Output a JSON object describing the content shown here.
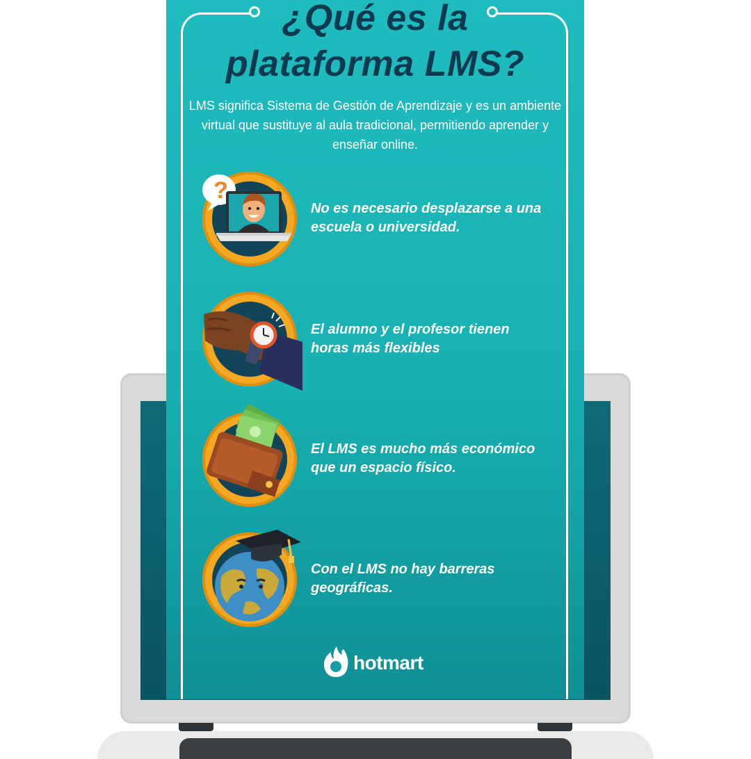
{
  "title": {
    "line1": "¿Qué es la",
    "line2": "plataforma LMS?"
  },
  "intro": "LMS significa Sistema de Gestión de Aprendizaje y es un ambiente virtual que sustituye al aula tradicional, permitiendo aprender y enseñar online.",
  "benefits": [
    {
      "icon": "teacher-laptop-icon",
      "text": "No es necesario desplazarse a una escuela o universidad."
    },
    {
      "icon": "wristwatch-icon",
      "text": "El alumno y el profesor tienen horas más flexibles"
    },
    {
      "icon": "wallet-money-icon",
      "text": "El LMS es mucho más económico que un espacio físico."
    },
    {
      "icon": "globe-graduation-cap-icon",
      "text": "Con el LMS no hay barreras geográficas."
    }
  ],
  "brand": {
    "name": "hotmart",
    "icon": "hotmart-flame-icon"
  },
  "colors": {
    "teal": "#1fbcbf",
    "navy": "#0d3a4f",
    "orange": "#f5a821",
    "white": "#ffffff"
  }
}
